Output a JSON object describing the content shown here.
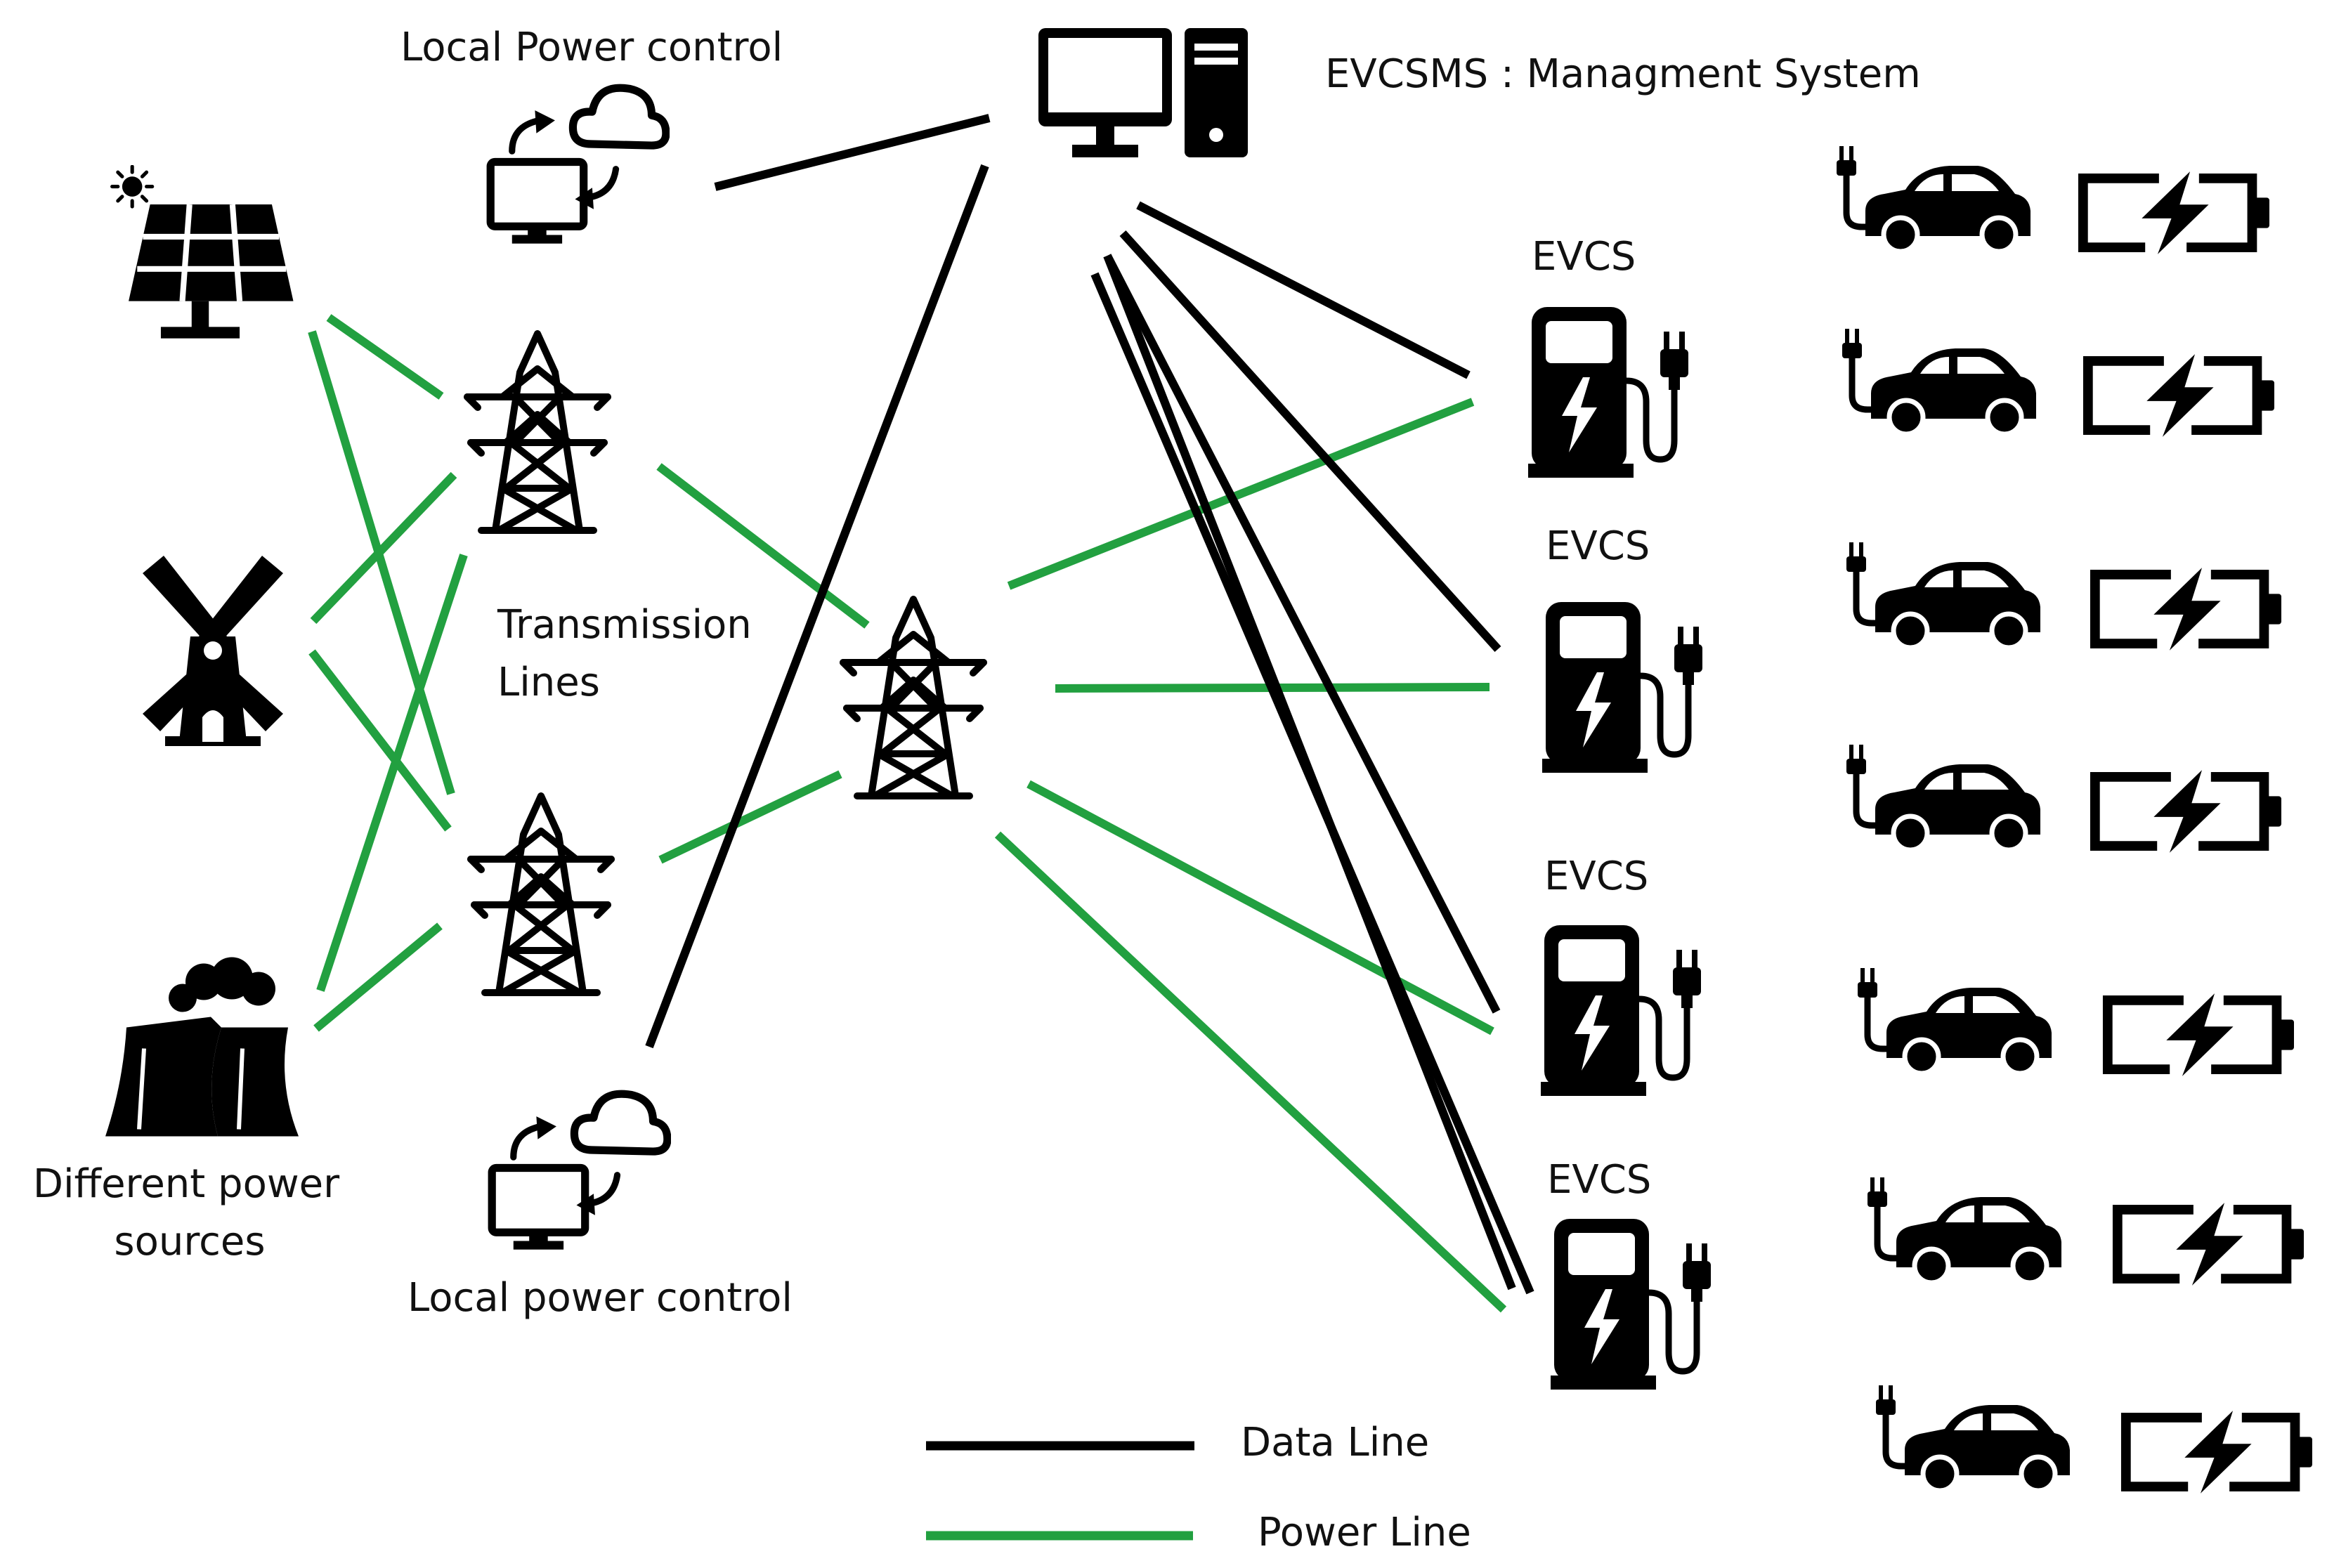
{
  "colors": {
    "data_line": "#000000",
    "power_line": "#22a040",
    "icon": "#000000",
    "background": "#ffffff"
  },
  "labels": {
    "local_power_control_top": "Local Power control",
    "local_power_control_bottom": "Local power control",
    "management_system": "EVCSMS : Managment System",
    "transmission_lines_1": "Transmission",
    "transmission_lines_2": "Lines",
    "power_sources_1": "Different power",
    "power_sources_2": "sources"
  },
  "stations": [
    {
      "label": "EVCS"
    },
    {
      "label": "EVCS"
    },
    {
      "label": "EVCS"
    },
    {
      "label": "EVCS"
    }
  ],
  "vehicles": [
    {
      "car_icon": "plugged-car-icon",
      "battery_icon": "charging-battery-icon"
    },
    {
      "car_icon": "plugged-car-icon",
      "battery_icon": "charging-battery-icon"
    },
    {
      "car_icon": "plugged-car-icon",
      "battery_icon": "charging-battery-icon"
    },
    {
      "car_icon": "plugged-car-icon",
      "battery_icon": "charging-battery-icon"
    },
    {
      "car_icon": "plugged-car-icon",
      "battery_icon": "charging-battery-icon"
    },
    {
      "car_icon": "plugged-car-icon",
      "battery_icon": "charging-battery-icon"
    },
    {
      "car_icon": "plugged-car-icon",
      "battery_icon": "charging-battery-icon"
    }
  ],
  "legend": {
    "data_line": "Data Line",
    "power_line": "Power Line"
  }
}
